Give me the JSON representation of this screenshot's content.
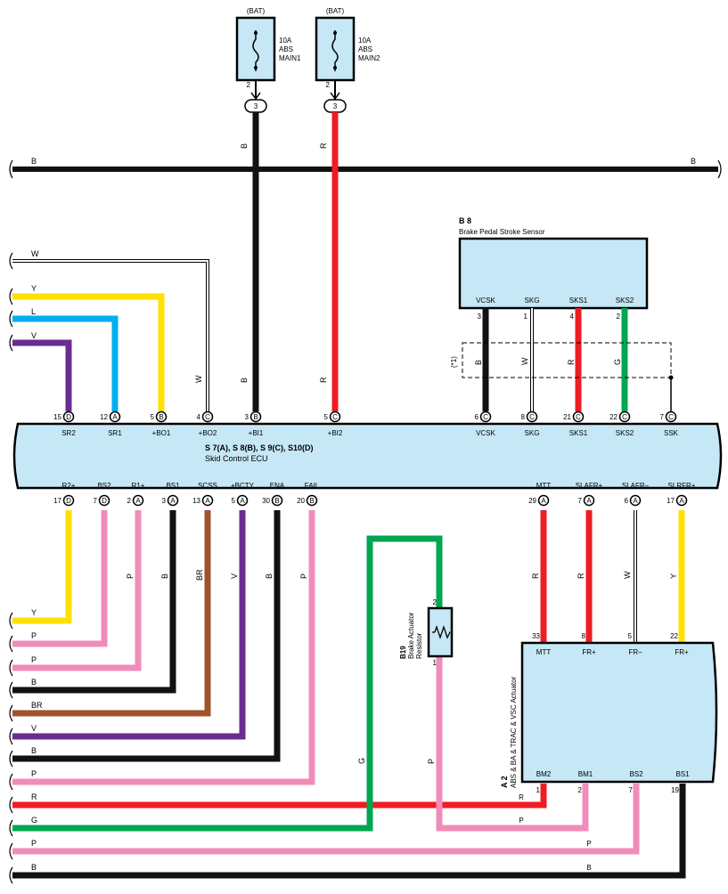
{
  "colors": {
    "B": "#111111",
    "R": "#ee1c24",
    "Y": "#ffe000",
    "L": "#00aeef",
    "V": "#6a2c91",
    "W": "#ffffff",
    "P": "#f08cba",
    "BR": "#a0522d",
    "G": "#00a651",
    "box_fill": "#c6e7f6"
  },
  "fuses": [
    {
      "bat": "(BAT)",
      "line1": "10A",
      "line2": "ABS",
      "line3": "MAIN1",
      "pin": "2",
      "conn": "3"
    },
    {
      "bat": "(BAT)",
      "line1": "10A",
      "line2": "ABS",
      "line3": "MAIN2",
      "pin": "2",
      "conn": "3"
    }
  ],
  "bus": {
    "left_label": "B",
    "right_label": "B"
  },
  "sensor": {
    "code": "B 8",
    "name": "Brake Pedal Stroke Sensor",
    "terminals": [
      "VCSK",
      "SKG",
      "SKS1",
      "SKS2"
    ],
    "pins": [
      "3",
      "1",
      "4",
      "2"
    ],
    "wire_colors": [
      "B",
      "W",
      "R",
      "G"
    ],
    "shield_note": "(*1)"
  },
  "ecu": {
    "code": "S 7(A), S 8(B), S 9(C), S10(D)",
    "name": "Skid Control ECU",
    "top_pins": [
      {
        "num": "15",
        "conn": "D",
        "name": "SR2"
      },
      {
        "num": "12",
        "conn": "A",
        "name": "SR1"
      },
      {
        "num": "5",
        "conn": "B",
        "name": "+BO1"
      },
      {
        "num": "4",
        "conn": "C",
        "name": "+BO2"
      },
      {
        "num": "3",
        "conn": "B",
        "name": "+BI1"
      },
      {
        "num": "5",
        "conn": "C",
        "name": "+BI2"
      },
      {
        "num": "6",
        "conn": "C",
        "name": "VCSK"
      },
      {
        "num": "8",
        "conn": "C",
        "name": "SKG"
      },
      {
        "num": "21",
        "conn": "C",
        "name": "SKS1"
      },
      {
        "num": "22",
        "conn": "C",
        "name": "SKS2"
      },
      {
        "num": "7",
        "conn": "C",
        "name": "SSK"
      }
    ],
    "bottom_pins": [
      {
        "num": "17",
        "conn": "D",
        "name": "R2+"
      },
      {
        "num": "7",
        "conn": "D",
        "name": "BS2"
      },
      {
        "num": "2",
        "conn": "A",
        "name": "R1+"
      },
      {
        "num": "3",
        "conn": "A",
        "name": "BS1"
      },
      {
        "num": "13",
        "conn": "A",
        "name": "SCSS"
      },
      {
        "num": "5",
        "conn": "A",
        "name": "+BCTY"
      },
      {
        "num": "30",
        "conn": "B",
        "name": "ENA"
      },
      {
        "num": "20",
        "conn": "B",
        "name": "FAIL"
      },
      {
        "num": "29",
        "conn": "A",
        "name": "MTT"
      },
      {
        "num": "7",
        "conn": "A",
        "name": "SLAFR+"
      },
      {
        "num": "6",
        "conn": "A",
        "name": "SLAFR–"
      },
      {
        "num": "17",
        "conn": "A",
        "name": "SLRFR+"
      }
    ]
  },
  "left_wires_top": [
    "W",
    "Y",
    "L",
    "V"
  ],
  "vertical_labels": {
    "bo2": "W",
    "bi1": "B",
    "bi2": "R",
    "r1": "P",
    "bs1": "B",
    "scss": "BR",
    "bcty": "V",
    "ena": "B",
    "fail": "P",
    "mtt": "R",
    "slafrp": "R",
    "slafrm": "W",
    "slrfr": "Y",
    "g_line": "G",
    "p_line": "P"
  },
  "left_wires_bottom": [
    "Y",
    "P",
    "P",
    "B",
    "BR",
    "V",
    "B",
    "P",
    "R",
    "G",
    "P",
    "B"
  ],
  "resistor": {
    "code": "B19",
    "name1": "Brake Actuator",
    "name2": "Resistor",
    "pin_top": "2",
    "pin_bottom": "1"
  },
  "actuator": {
    "code": "A 2",
    "name": "ABS & BA & TRAC & VSC Actuator",
    "top_terminals": [
      {
        "pin": "33",
        "name": "MTT"
      },
      {
        "pin": "8",
        "name": "FR+"
      },
      {
        "pin": "5",
        "name": "FR–"
      },
      {
        "pin": "22",
        "name": "FR+"
      }
    ],
    "bottom_terminals": [
      {
        "pin": "1",
        "name": "BM2"
      },
      {
        "pin": "2",
        "name": "BM1"
      },
      {
        "pin": "7",
        "name": "BS2"
      },
      {
        "pin": "19",
        "name": "BS1"
      }
    ],
    "bottom_wire_labels": [
      "R",
      "P",
      "P",
      "B"
    ]
  }
}
